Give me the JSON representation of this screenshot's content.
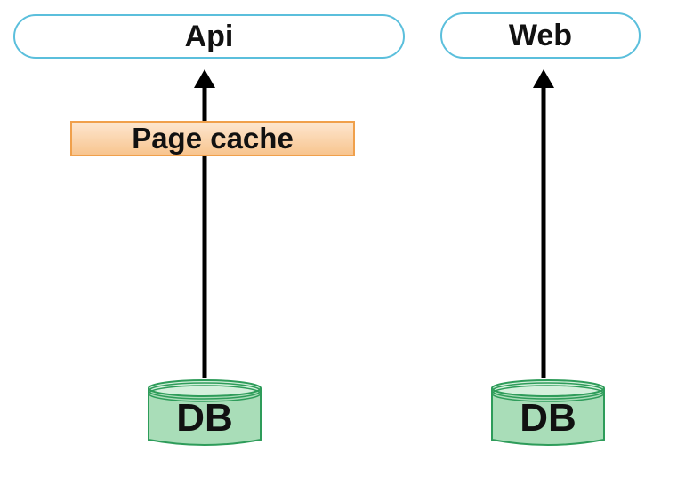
{
  "api_node": {
    "label": "Api"
  },
  "web_node": {
    "label": "Web"
  },
  "cache_node": {
    "label": "Page cache"
  },
  "db_left": {
    "label": "DB"
  },
  "db_right": {
    "label": "DB"
  },
  "colors": {
    "pill_border": "#5bbfdc",
    "cache_border": "#f0a04b",
    "cache_fill": "#fde6cf",
    "db_border": "#2e9c5a",
    "db_fill": "#a9ddb8",
    "arrow": "#000000"
  }
}
